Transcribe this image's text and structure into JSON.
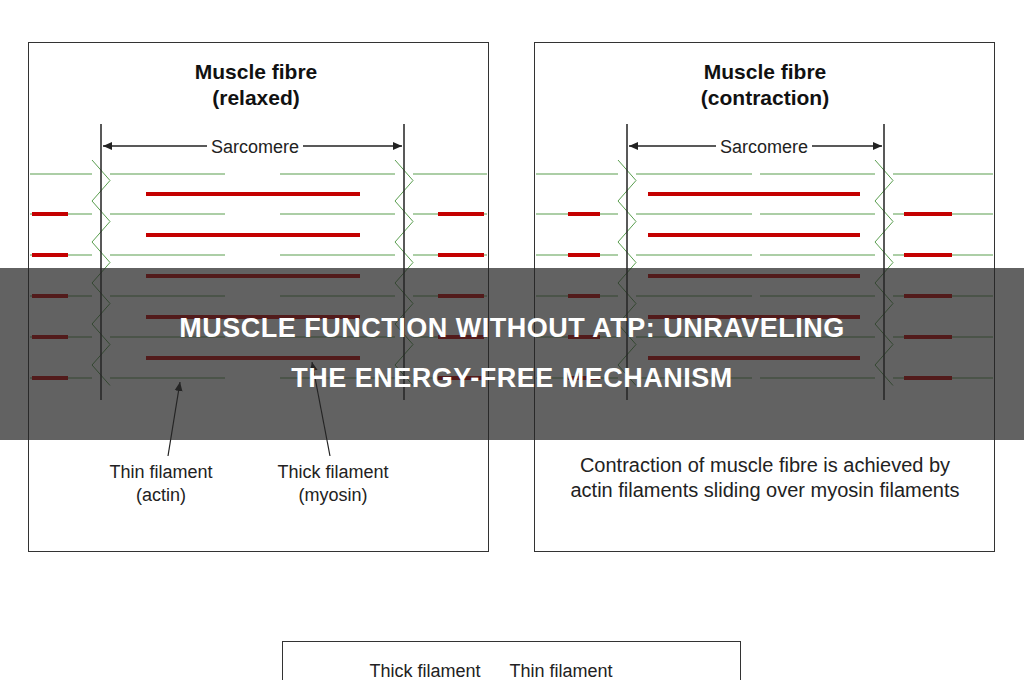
{
  "diagram": {
    "title": "MUSCLE FUNCTION WITHOUT ATP: UNRAVELING THE ENERGY-FREE MECHANISM",
    "nodes": [
      {
        "text": [
          "Muscle fibre (relaxed)",
          "Sarcomere",
          "Thin filament (actin)",
          "Thick filament (myosin)"
        ]
      },
      {
        "text": [
          "Muscle fibre (contraction)",
          "Sarcomere",
          "Contraction of muscle fibre is achieved by actin filaments sliding over myosin filaments"
        ]
      },
      {
        "text": [
          "Thick filament",
          "Thin filament"
        ]
      }
    ]
  }
}
